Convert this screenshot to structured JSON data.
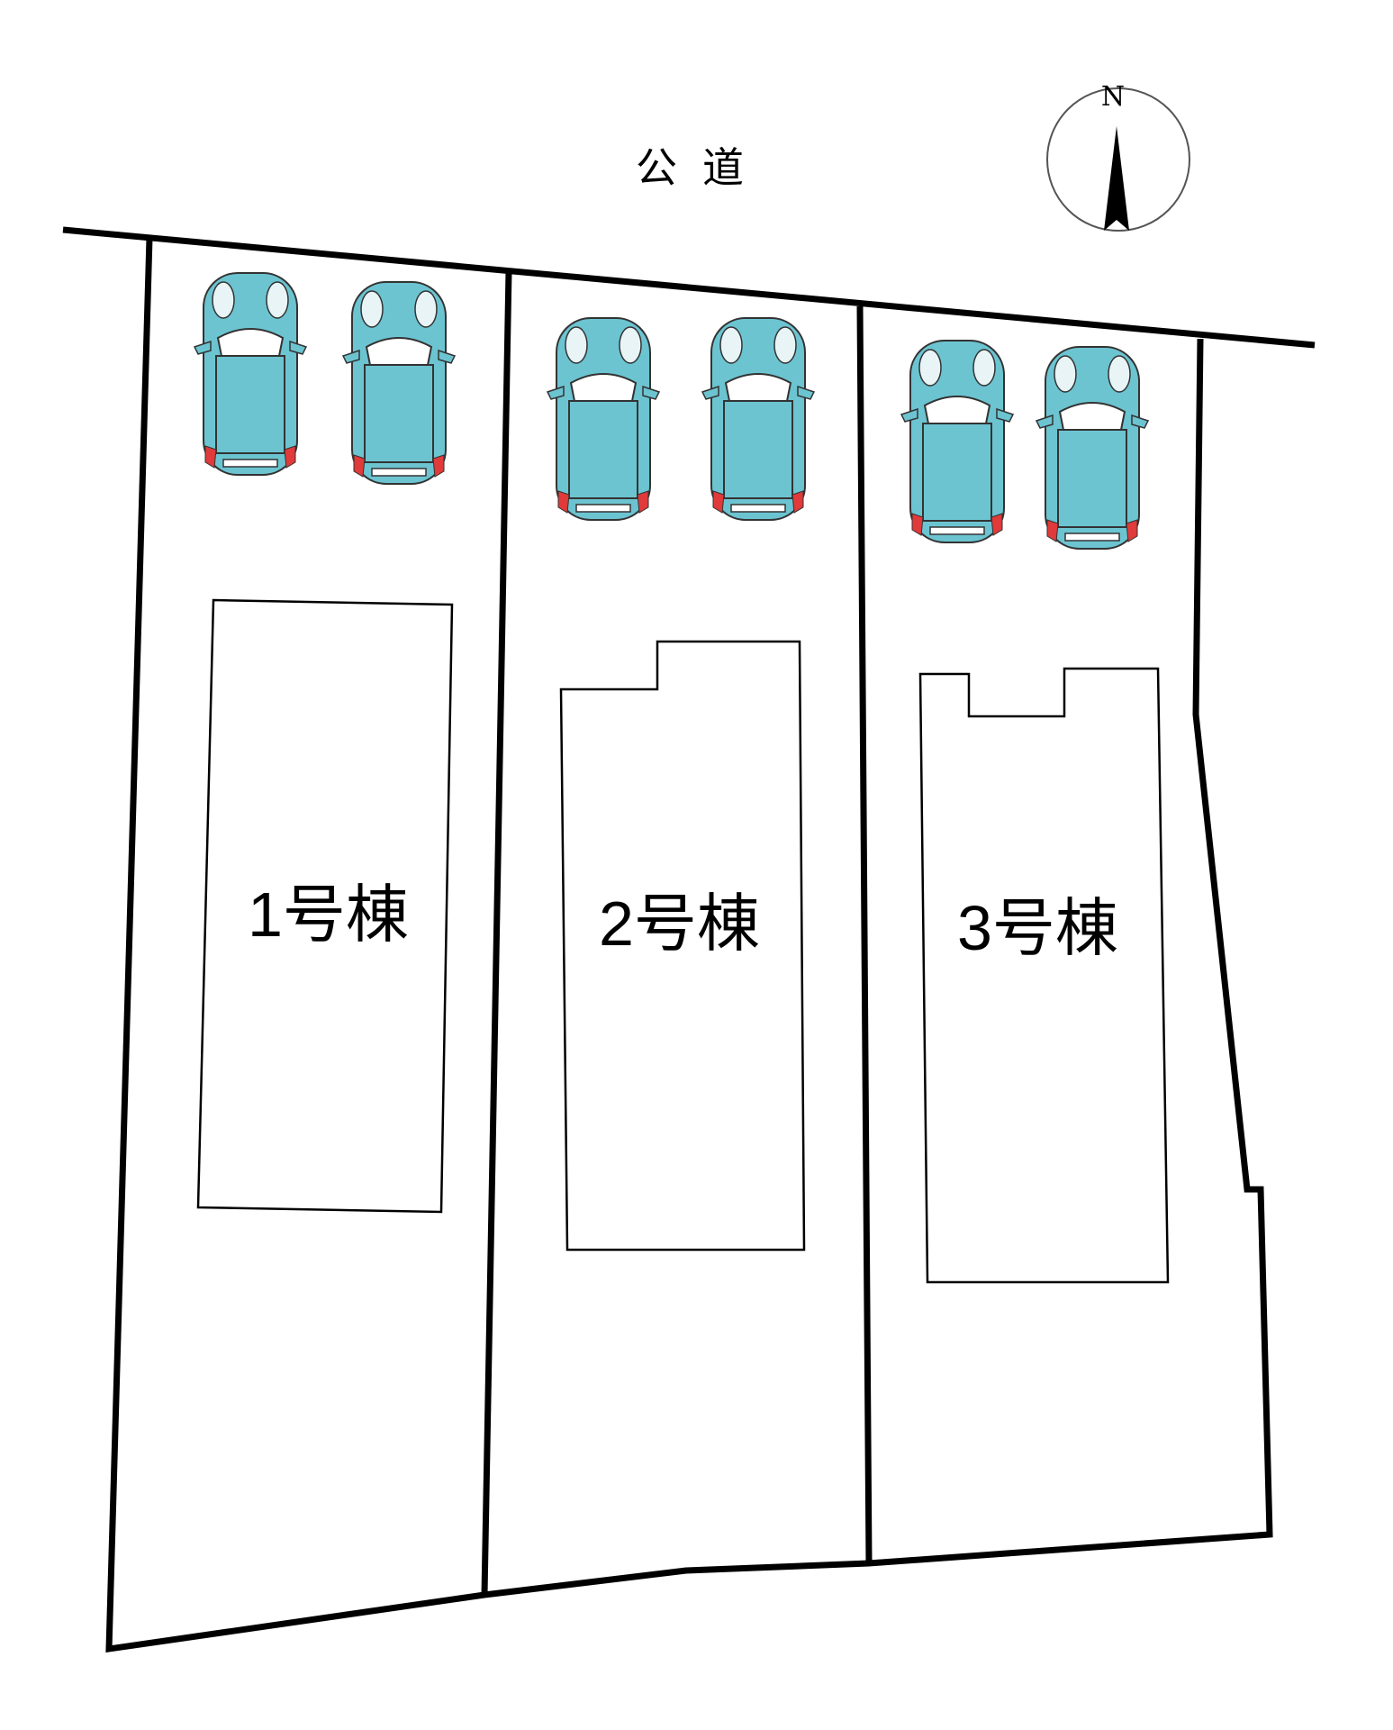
{
  "road": {
    "label": "公道"
  },
  "compass": {
    "north_label": "N"
  },
  "lots": [
    {
      "building_label": "1号棟"
    },
    {
      "building_label": "2号棟"
    },
    {
      "building_label": "3号棟"
    }
  ],
  "colors": {
    "car_body": "#6cc4d1",
    "car_tail_light": "#e03a3a",
    "outline": "#000000"
  },
  "parking_spaces_per_lot": 2
}
